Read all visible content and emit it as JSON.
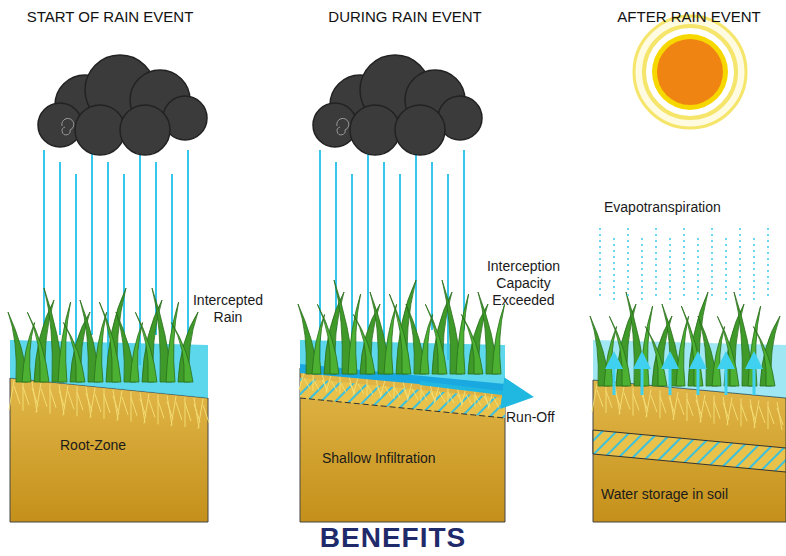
{
  "diagram": {
    "caption": "BENEFITS",
    "nodes": [
      {
        "text": [
          "Root-Zone"
        ]
      },
      {
        "text": [
          "Shallow Infiltration"
        ]
      },
      {
        "text": [
          "Water storage in soil"
        ]
      }
    ],
    "edges": [],
    "labels": [
      "START OF RAIN EVENT",
      "DURING RAIN EVENT",
      "AFTER RAIN EVENT",
      "Intercepted Rain",
      "Interception Capacity Exceeded",
      "Run-Off",
      "Evapotranspiration"
    ]
  }
}
